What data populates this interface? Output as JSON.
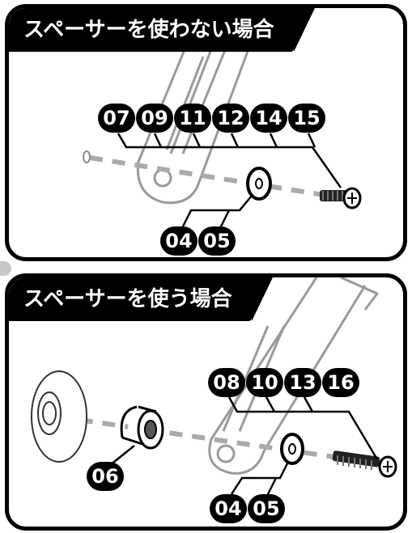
{
  "panel_without_spacer": {
    "title": "スペーサーを使わない場合",
    "screw_parts": [
      "07",
      "09",
      "11",
      "12",
      "14",
      "15"
    ],
    "washer_parts": [
      "04",
      "05"
    ]
  },
  "panel_with_spacer": {
    "title": "スペーサーを使う場合",
    "screw_parts": [
      "08",
      "10",
      "13",
      "16"
    ],
    "spacer_part": "06",
    "washer_parts": [
      "04",
      "05"
    ]
  }
}
